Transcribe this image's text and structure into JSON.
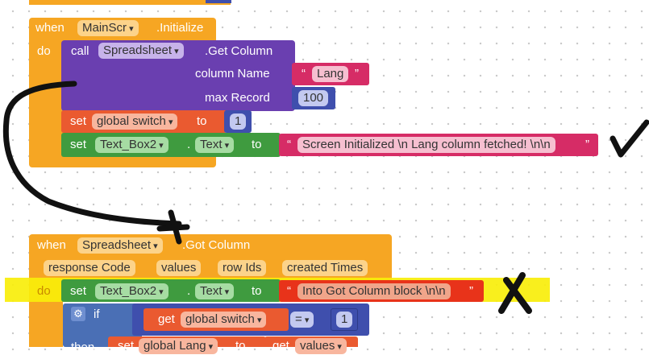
{
  "block1": {
    "when": "when",
    "component": "MainScr",
    "event": ".Initialize",
    "do": "do",
    "call": "call",
    "spreadsheet": "Spreadsheet",
    "method": ".Get Column",
    "column_name_label": "column Name",
    "column_name_value": "Lang",
    "max_record_label": "max Record",
    "max_record_value": "100",
    "set1_keyword": "set",
    "set1_var": "global switch",
    "set1_to": "to",
    "set1_value": "1",
    "set2_keyword": "set",
    "set2_component": "Text_Box2",
    "set2_dot": ".",
    "set2_prop": "Text",
    "set2_to": "to",
    "set2_value": "Screen Initialized \\n Lang column fetched! \\n\\n"
  },
  "block2": {
    "when": "when",
    "component": "Spreadsheet",
    "event": ".Got Column",
    "params": [
      "response Code",
      "values",
      "row Ids",
      "created Times"
    ],
    "do": "do",
    "set_keyword": "set",
    "set_component": "Text_Box2",
    "set_dot": ".",
    "set_prop": "Text",
    "set_to": "to",
    "set_value": "Into Got Column block \\n\\n",
    "if_label": "if",
    "get_label": "get",
    "get_var": "global switch",
    "op": "=",
    "compare_value": "1",
    "then_label": "then",
    "then_set": "set",
    "then_var": "global Lang",
    "then_to": "to",
    "then_get": "get",
    "then_get_var": "values"
  },
  "quote_open": "“",
  "quote_close": "”",
  "colors": {
    "event": "#f6a623",
    "procedure": "#6a3fb0",
    "variable": "#ea5a30",
    "component": "#3f9b3f",
    "text": "#d62c66",
    "math": "#3f4fad",
    "highlight": "#f8ee0a"
  },
  "annotations": {
    "check": "check-mark-annotation",
    "cross": "x-mark-annotation",
    "arrow": "arrow-annotation"
  }
}
